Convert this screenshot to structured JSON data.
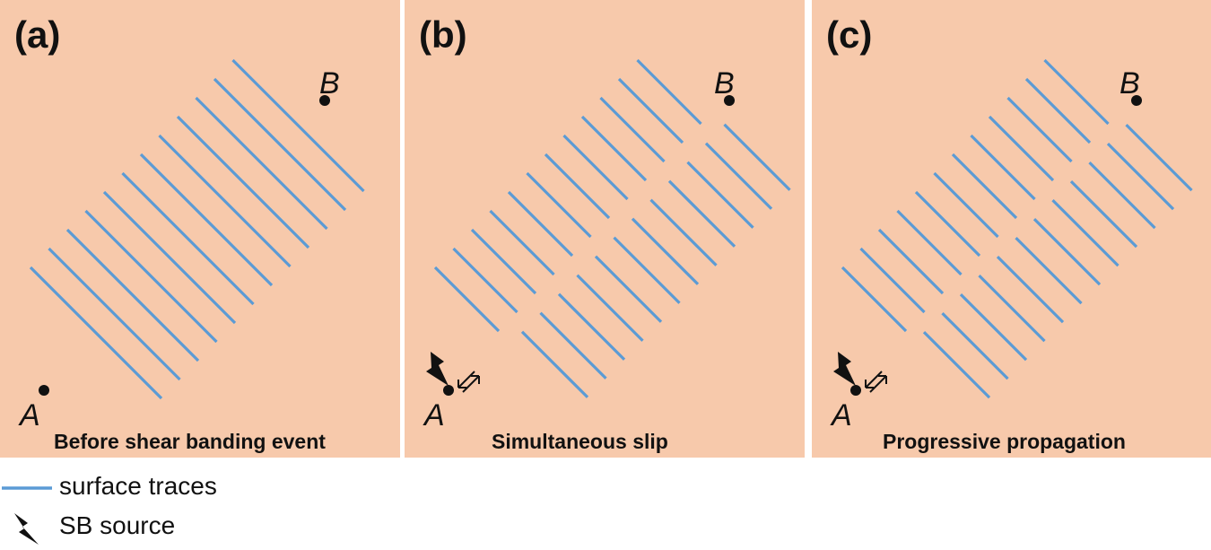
{
  "panels": [
    {
      "tag": "(a)",
      "caption": "Before shear banding event",
      "point_a": "A",
      "point_b": "B",
      "variant": "before"
    },
    {
      "tag": "(b)",
      "caption": "Simultaneous slip",
      "point_a": "A",
      "point_b": "B",
      "variant": "simultaneous"
    },
    {
      "tag": "(c)",
      "caption": "Progressive propagation",
      "point_a": "A",
      "point_b": "B",
      "variant": "progressive"
    }
  ],
  "legend": {
    "surface_traces": "surface traces",
    "sb_source": "SB source"
  },
  "colors": {
    "background": "#f7c9ab",
    "trace": "#5b9bd5",
    "ink": "#111111"
  },
  "icons": {
    "source": "lightning-bolt-icon",
    "slip": "shear-arrows-icon"
  }
}
